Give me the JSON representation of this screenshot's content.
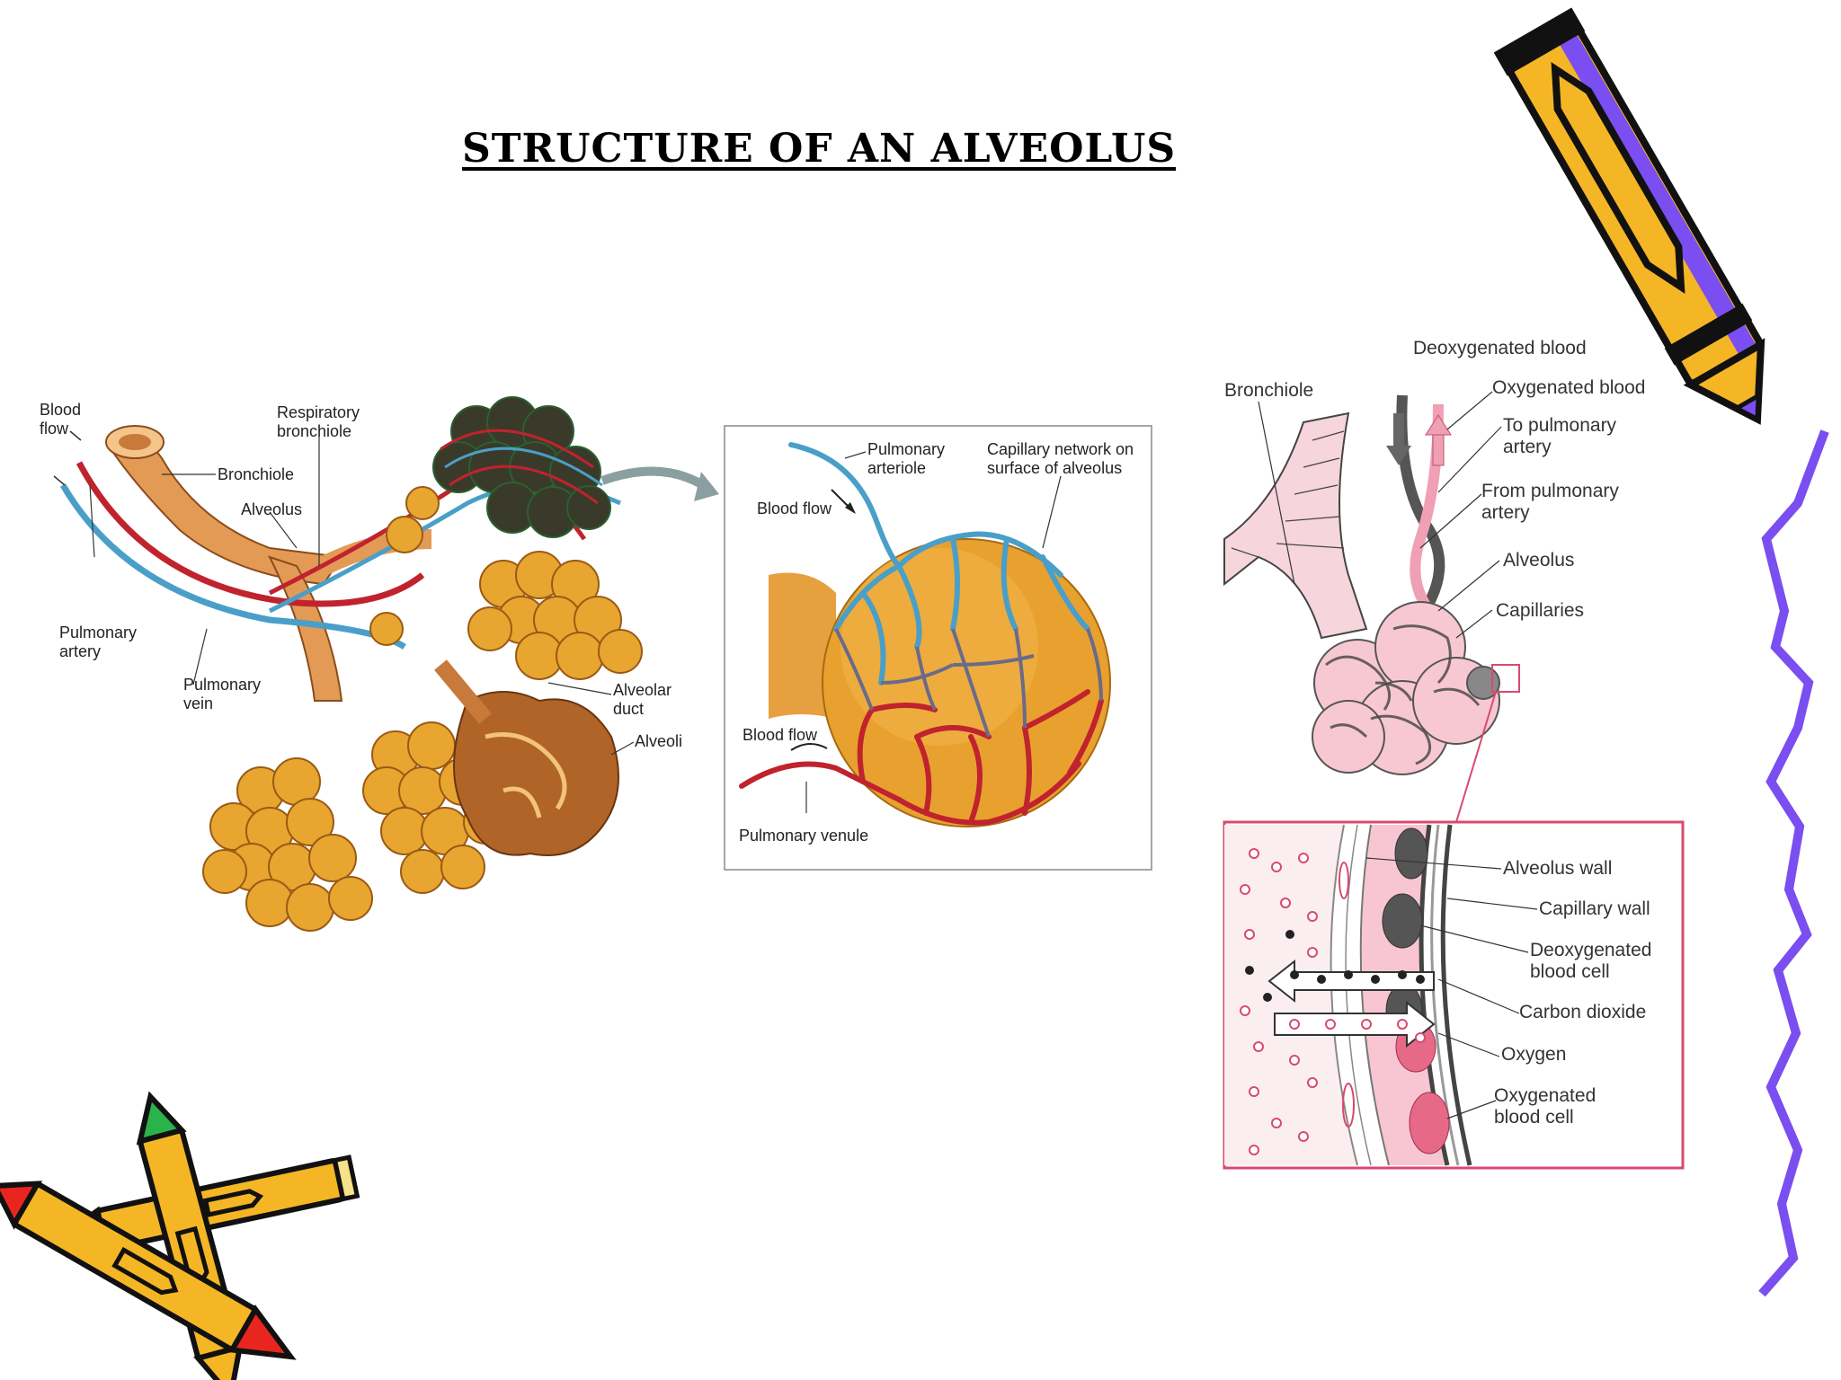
{
  "title": "STRUCTURE OF AN ALVEOLUS",
  "diagram1": {
    "blood_flow": "Blood\nflow",
    "respiratory_bronchiole": "Respiratory\nbronchiole",
    "bronchiole": "Bronchiole",
    "alveolus": "Alveolus",
    "pulmonary_artery": "Pulmonary\nartery",
    "pulmonary_vein": "Pulmonary\nvein",
    "alveolar_duct": "Alveolar\nduct",
    "alveoli": "Alveoli"
  },
  "diagram2": {
    "pulmonary_arteriole": "Pulmonary\narteriole",
    "capillary_network": "Capillary network on\nsurface of alveolus",
    "blood_flow_in": "Blood flow",
    "blood_flow_out": "Blood flow",
    "pulmonary_venule": "Pulmonary venule"
  },
  "diagram3": {
    "deoxygenated_blood": "Deoxygenated blood",
    "bronchiole": "Bronchiole",
    "oxygenated_blood": "Oxygenated blood",
    "to_pulmonary_artery": "To pulmonary\nartery",
    "from_pulmonary_artery": "From pulmonary\nartery",
    "alveolus": "Alveolus",
    "capillaries": "Capillaries",
    "alveolus_wall": "Alveolus wall",
    "capillary_wall": "Capillary wall",
    "deoxygenated_blood_cell": "Deoxygenated\nblood cell",
    "carbon_dioxide": "Carbon dioxide",
    "oxygen": "Oxygen",
    "oxygenated_blood_cell": "Oxygenated\nblood cell"
  },
  "colors": {
    "alveoli": "#e8a530",
    "artery_blue": "#4a9fc8",
    "vein_red": "#c0232e",
    "pink": "#f0a0b4",
    "crayon_yellow": "#f5b625",
    "crayon_purple": "#7a4ef0"
  }
}
